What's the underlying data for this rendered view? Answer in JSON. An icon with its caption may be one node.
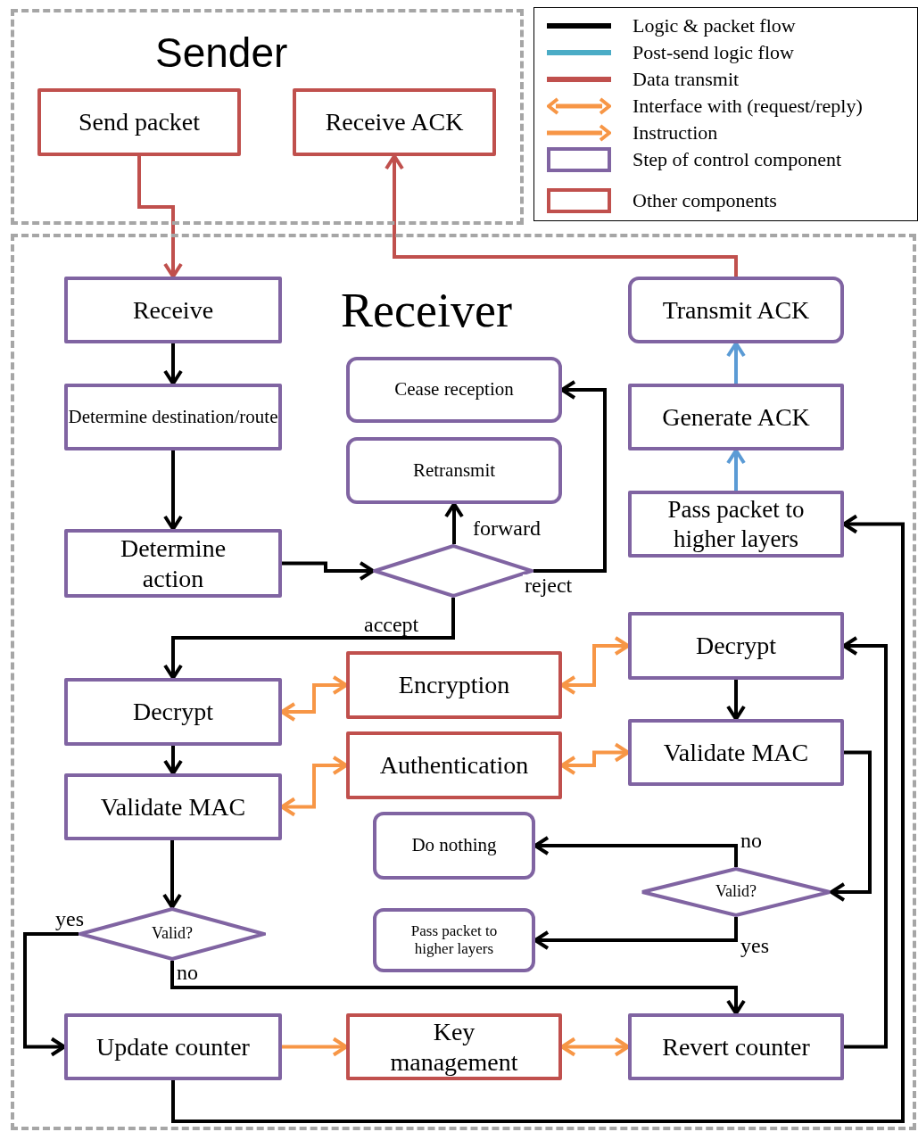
{
  "diagram": {
    "nodes": [
      {
        "text": [
          "Sender"
        ]
      },
      {
        "text": [
          "Send packet"
        ],
        "in": 0
      },
      {
        "text": [
          "Receive ACK"
        ],
        "in": 0
      },
      {
        "text": [
          "Receiver"
        ]
      },
      {
        "text": [
          "Receive"
        ],
        "in": 3
      },
      {
        "text": [
          "Determine destination/route"
        ],
        "in": 3
      },
      {
        "text": [
          "Determine action"
        ],
        "in": 3
      },
      {
        "text": [],
        "shape": "diamond",
        "in": 3
      },
      {
        "text": [
          "Cease reception"
        ],
        "in": 3
      },
      {
        "text": [
          "Retransmit"
        ],
        "in": 3
      },
      {
        "text": [
          "Transmit ACK"
        ],
        "in": 3
      },
      {
        "text": [
          "Generate ACK"
        ],
        "in": 3
      },
      {
        "text": [
          "Pass packet to higher layers"
        ],
        "in": 3
      },
      {
        "text": [
          "Decrypt"
        ],
        "in": 3
      },
      {
        "text": [
          "Encryption"
        ],
        "in": 3
      },
      {
        "text": [
          "Decrypt"
        ],
        "in": 3
      },
      {
        "text": [
          "Authentication"
        ],
        "in": 3
      },
      {
        "text": [
          "Validate MAC"
        ],
        "in": 3
      },
      {
        "text": [
          "Validate MAC"
        ],
        "in": 3
      },
      {
        "text": [
          "Do nothing"
        ],
        "in": 3
      },
      {
        "text": [
          "Valid?"
        ],
        "in": 3
      },
      {
        "text": [
          "Pass packet to higher layers"
        ],
        "in": 3
      },
      {
        "text": [
          "Valid?"
        ],
        "in": 3
      },
      {
        "text": [
          "Update counter"
        ],
        "in": 3
      },
      {
        "text": [
          "Key management"
        ],
        "in": 3
      },
      {
        "text": [
          "Revert counter"
        ],
        "in": 3
      }
    ],
    "edges": [
      {
        "from": 1,
        "to": 4,
        "arrow": "to",
        "color": "#c0504d"
      },
      {
        "from": 10,
        "to": 2,
        "arrow": "to",
        "color": "#c0504d"
      },
      {
        "from": 4,
        "to": 5,
        "arrow": "to"
      },
      {
        "from": 5,
        "to": 6,
        "arrow": "to"
      },
      {
        "from": 6,
        "to": 7,
        "arrow": "to"
      },
      {
        "from": 7,
        "to": 9,
        "arrow": "to",
        "label": "forward"
      },
      {
        "from": 7,
        "to": 8,
        "arrow": "to",
        "label": "reject"
      },
      {
        "from": 7,
        "to": 13,
        "arrow": "to",
        "label": "accept"
      },
      {
        "from": 13,
        "to": 17,
        "arrow": "to"
      },
      {
        "from": 17,
        "to": 22,
        "arrow": "to"
      },
      {
        "from": 22,
        "to": 23,
        "arrow": "to",
        "label": "yes"
      },
      {
        "from": 22,
        "to": 25,
        "arrow": "to",
        "label": "no"
      },
      {
        "from": 23,
        "to": 12,
        "arrow": "to"
      },
      {
        "from": 25,
        "to": 15,
        "arrow": "to"
      },
      {
        "from": 15,
        "to": 18,
        "arrow": "to"
      },
      {
        "from": 18,
        "to": 20,
        "arrow": "to"
      },
      {
        "from": 20,
        "to": 19,
        "arrow": "to",
        "label": "no"
      },
      {
        "from": 20,
        "to": 21,
        "arrow": "to",
        "label": "yes"
      },
      {
        "from": 12,
        "to": 11,
        "arrow": "to",
        "color": "#5b9bd5"
      },
      {
        "from": 11,
        "to": 10,
        "arrow": "to",
        "color": "#5b9bd5"
      },
      {
        "from": 14,
        "to": 13,
        "arrow": "both",
        "color": "#f79646"
      },
      {
        "from": 14,
        "to": 15,
        "arrow": "both",
        "color": "#f79646"
      },
      {
        "from": 16,
        "to": 17,
        "arrow": "both",
        "color": "#f79646"
      },
      {
        "from": 16,
        "to": 18,
        "arrow": "both",
        "color": "#f79646"
      },
      {
        "from": 23,
        "to": 24,
        "arrow": "to",
        "color": "#f79646"
      },
      {
        "from": 24,
        "to": 25,
        "arrow": "both",
        "color": "#f79646"
      }
    ],
    "legend": [
      {
        "text": "Logic & packet flow"
      },
      {
        "text": "Post-send logic flow"
      },
      {
        "text": "Data transmit"
      },
      {
        "text": "Interface with (request/reply)"
      },
      {
        "text": "Instruction"
      },
      {
        "text": "Step of control component"
      },
      {
        "text": "Other components"
      }
    ]
  }
}
